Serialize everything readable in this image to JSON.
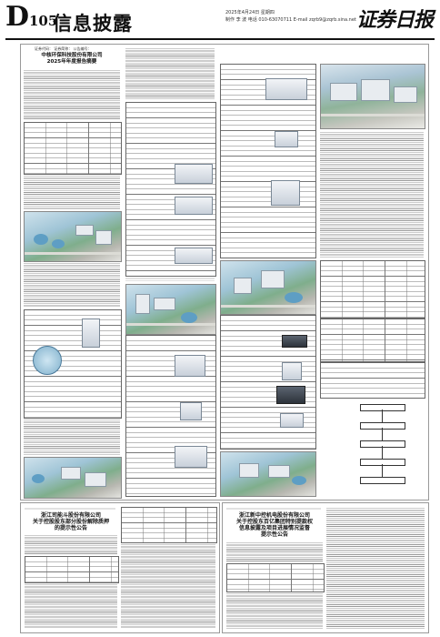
{
  "masthead": {
    "section_letter": "D",
    "section_number": "105",
    "section_title": "信息披露",
    "date_line": "2025年4月24日  星期四",
    "contact_line": "制作 李 波  电话 010-63070711 E-mail zqrb9@zqrb.sina.net",
    "logo": "证券日报"
  },
  "report_main": {
    "company_line": "中核环保科技股份有限公司",
    "title": "2025年年度报告摘要",
    "sub_codes": "证券代码：   证券简称：   公告编号："
  },
  "bottom_left_notice": {
    "company": "浙江司能斗股份有限公司",
    "title_line1": "关于控股股东部分股份解除质押",
    "title_line2": "的提示性公告"
  },
  "bottom_right_notice": {
    "company": "浙江新中控机电股份有限公司",
    "title_line1": "关于控股东百亿集团特别提款权",
    "title_line2": "信息披露及项目进展情况监督",
    "title_line3": "提示性公告"
  }
}
